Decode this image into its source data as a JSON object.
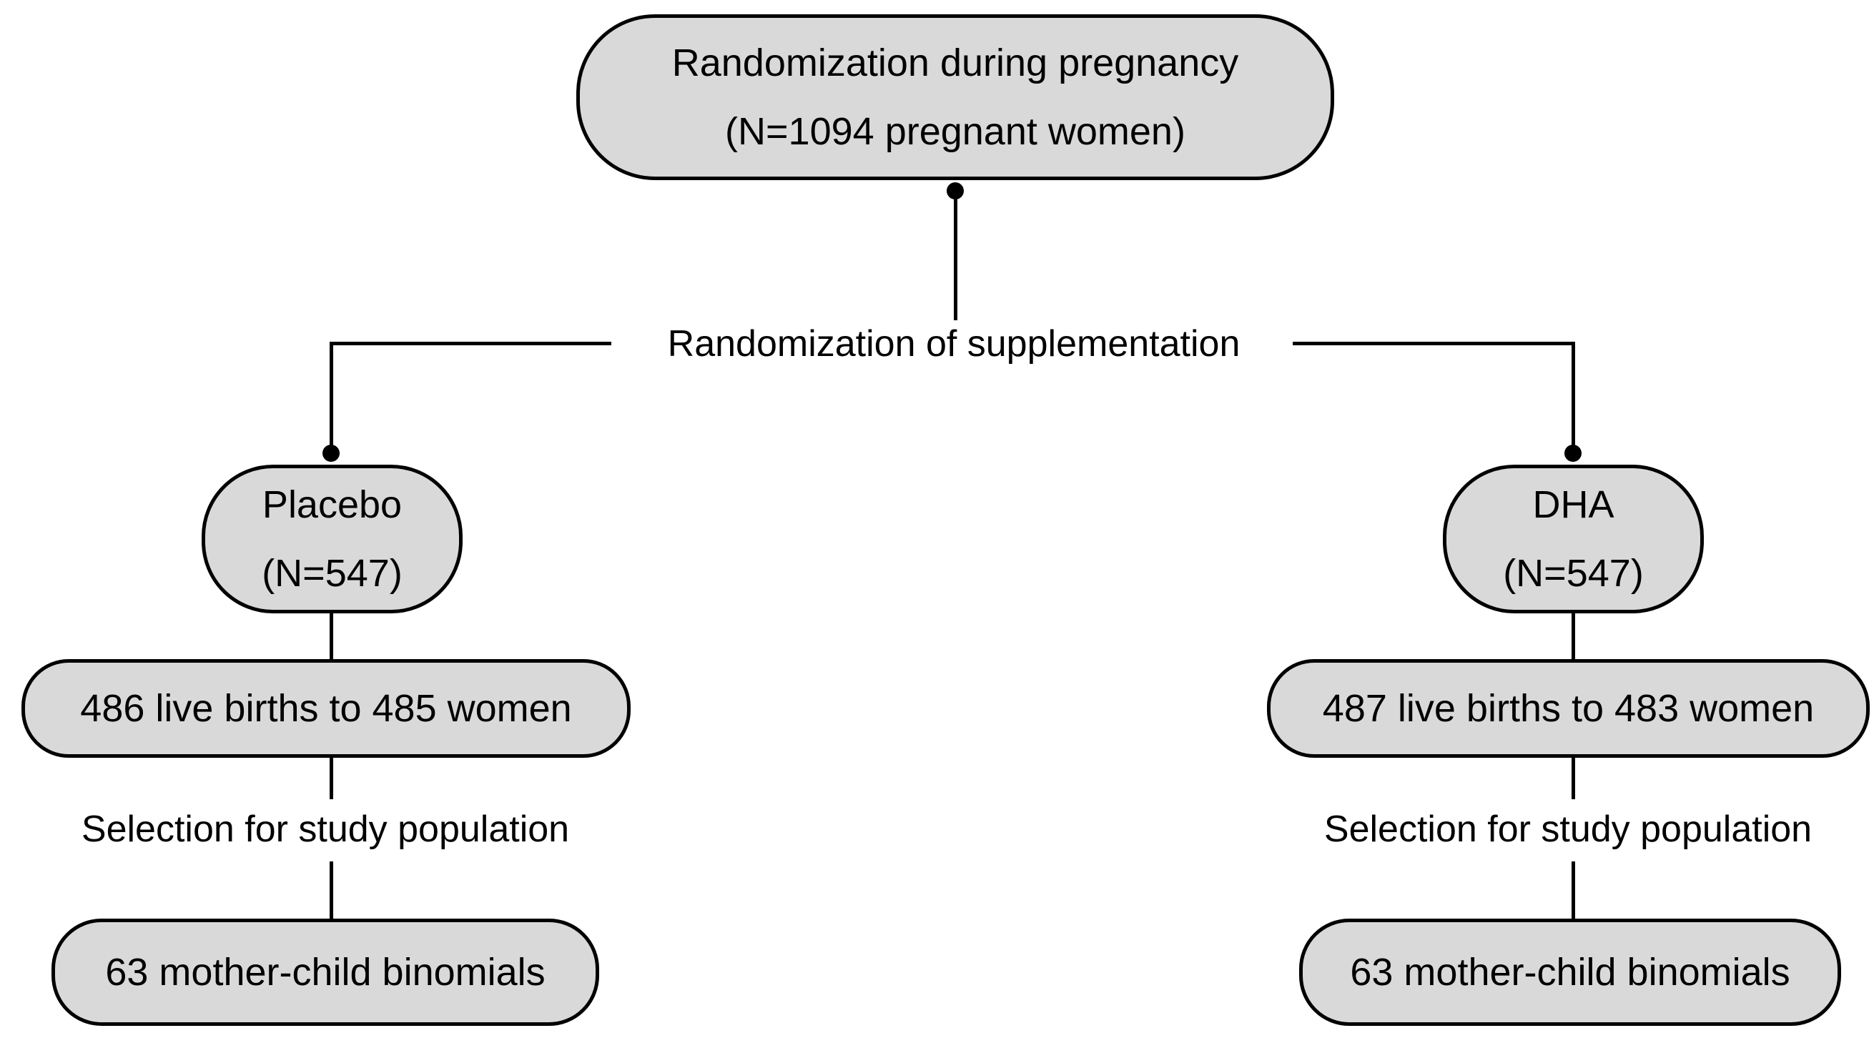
{
  "figure": {
    "background_color": "#ffffff",
    "node_fill_color": "#d9d9d9",
    "node_border_color": "#000000",
    "line_color": "#000000",
    "text_color": "#000000",
    "top_node": {
      "line1": "Randomization during pregnancy",
      "line2": "(N=1094 pregnant women)"
    },
    "branch_label": "Randomization of supplementation",
    "left_arm": {
      "group_node": {
        "line1": "Placebo",
        "line2": "(N=547)"
      },
      "births_node": "486 live births to 485 women",
      "selection_label": "Selection for study population",
      "binomials_node": "63 mother-child binomials"
    },
    "right_arm": {
      "group_node": {
        "line1": "DHA",
        "line2": "(N=547)"
      },
      "births_node": "487 live births to 483 women",
      "selection_label": "Selection for study population",
      "binomials_node": "63 mother-child binomials"
    }
  }
}
